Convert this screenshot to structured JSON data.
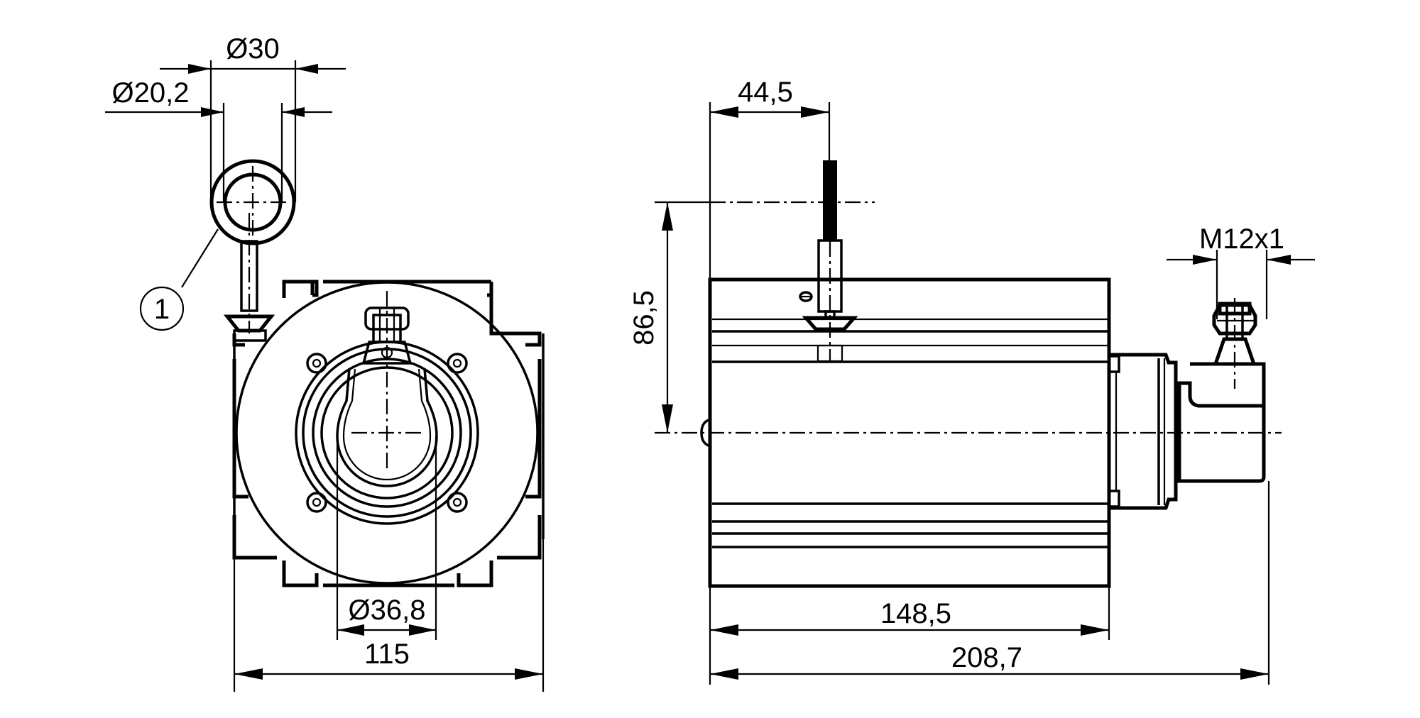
{
  "drawing": {
    "title": "Draw-wire sensor dimensional drawing",
    "colors": {
      "line": "#000000",
      "background": "#ffffff"
    },
    "front_view": {
      "dimensions": {
        "eyelet_outer": "Ø30",
        "eyelet_inner": "Ø20,2",
        "bore": "Ø36,8",
        "width": "115"
      },
      "callouts": [
        {
          "label": "1",
          "target": "wire-eyelet"
        }
      ]
    },
    "side_view": {
      "dimensions": {
        "wire_offset": "44,5",
        "wire_height": "86,5",
        "body_length": "148,5",
        "overall_length": "208,7",
        "connector_thread": "M12x1"
      }
    }
  }
}
